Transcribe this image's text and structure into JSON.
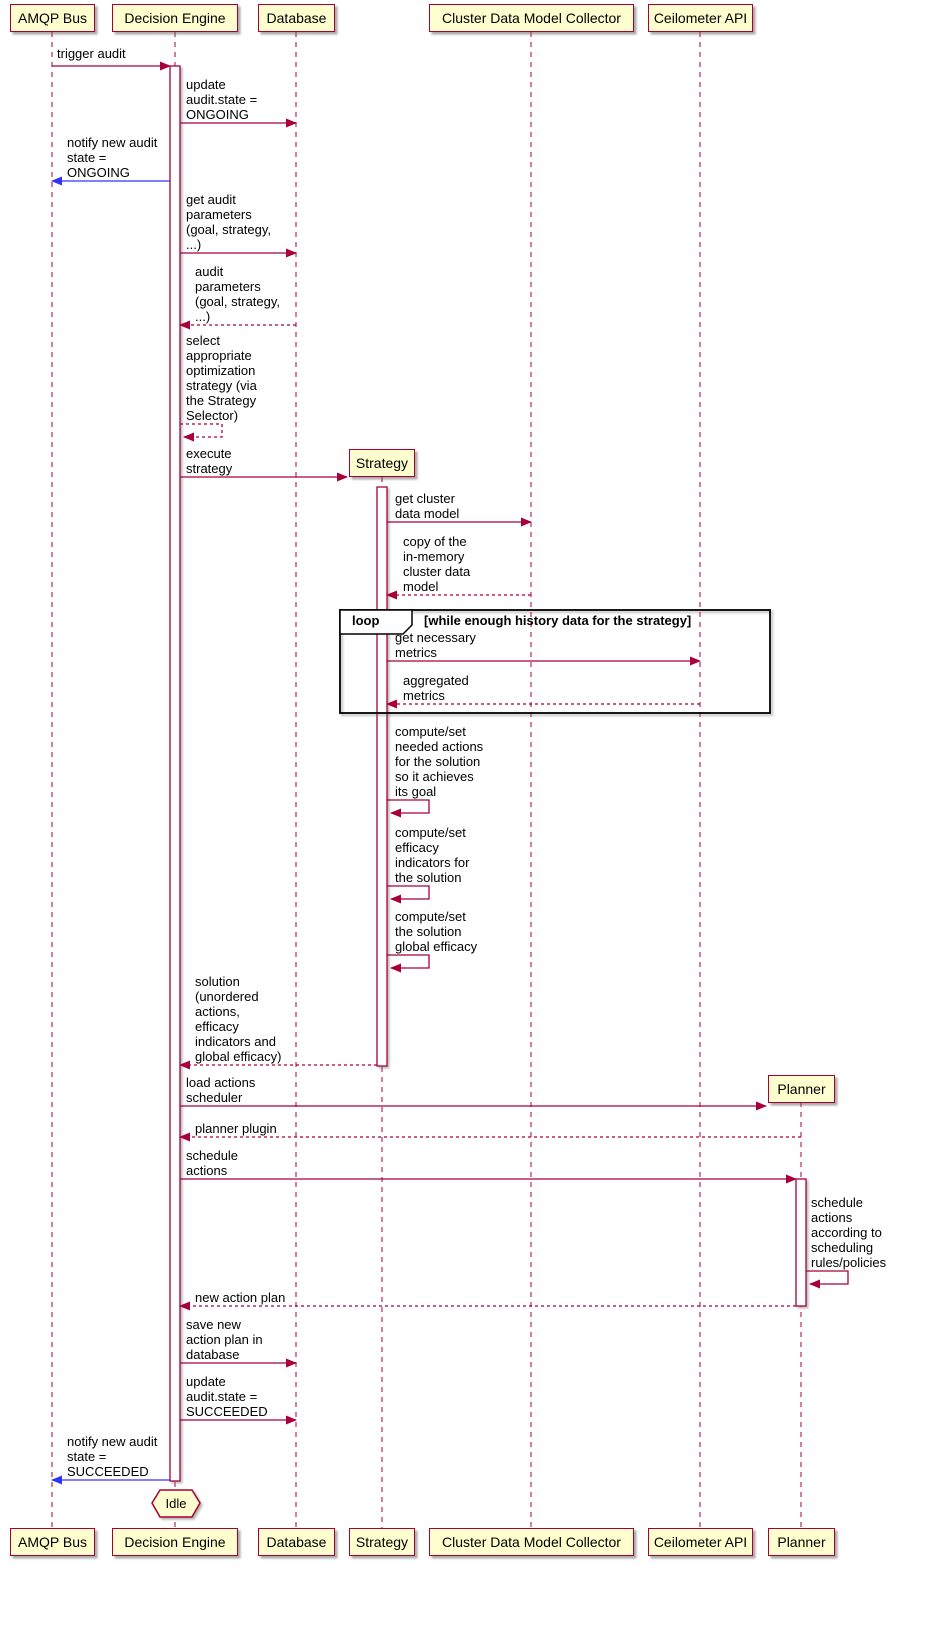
{
  "diagram_type": "sequence-diagram",
  "participants": [
    {
      "name": "AMQP Bus"
    },
    {
      "name": "Decision Engine"
    },
    {
      "name": "Database"
    },
    {
      "name": "Strategy"
    },
    {
      "name": "Cluster Data Model Collector"
    },
    {
      "name": "Ceilometer API"
    },
    {
      "name": "Planner"
    }
  ],
  "messages": [
    {
      "from": "AMQP Bus",
      "to": "Decision Engine",
      "style": "solid",
      "text": "trigger audit"
    },
    {
      "from": "Decision Engine",
      "to": "Database",
      "style": "solid",
      "text": "update\naudit.state =\nONGOING"
    },
    {
      "from": "Decision Engine",
      "to": "AMQP Bus",
      "style": "solid-blue",
      "text": "notify new audit\nstate =\nONGOING"
    },
    {
      "from": "Decision Engine",
      "to": "Database",
      "style": "solid",
      "text": "get audit\nparameters\n(goal, strategy,\n...)"
    },
    {
      "from": "Database",
      "to": "Decision Engine",
      "style": "return-dotted",
      "text": "audit\nparameters\n(goal, strategy,\n...)"
    },
    {
      "from": "Decision Engine",
      "to": "Decision Engine",
      "style": "self-dotted",
      "text": "select\nappropriate\noptimization\nstrategy (via\nthe Strategy\nSelector)"
    },
    {
      "from": "Decision Engine",
      "to": "Strategy",
      "style": "create",
      "text": "execute\nstrategy"
    },
    {
      "from": "Strategy",
      "to": "Cluster Data Model Collector",
      "style": "solid",
      "text": "get cluster\ndata model"
    },
    {
      "from": "Cluster Data Model Collector",
      "to": "Strategy",
      "style": "return-dotted",
      "text": "copy of the\nin-memory\ncluster data\nmodel"
    },
    {
      "from": "Strategy",
      "to": "Ceilometer API",
      "style": "solid",
      "text": "get necessary\nmetrics"
    },
    {
      "from": "Ceilometer API",
      "to": "Strategy",
      "style": "return-dotted",
      "text": "aggregated\nmetrics"
    },
    {
      "from": "Strategy",
      "to": "Strategy",
      "style": "self",
      "text": "compute/set\nneeded actions\nfor the solution\nso it achieves\nits goal"
    },
    {
      "from": "Strategy",
      "to": "Strategy",
      "style": "self",
      "text": "compute/set\nefficacy\nindicators for\nthe solution"
    },
    {
      "from": "Strategy",
      "to": "Strategy",
      "style": "self",
      "text": "compute/set\nthe solution\nglobal efficacy"
    },
    {
      "from": "Strategy",
      "to": "Decision Engine",
      "style": "return-dotted",
      "text": "solution\n(unordered\nactions,\nefficacy\nindicators and\nglobal efficacy)"
    },
    {
      "from": "Decision Engine",
      "to": "Planner",
      "style": "create",
      "text": "load actions\nscheduler"
    },
    {
      "from": "Planner",
      "to": "Decision Engine",
      "style": "return-dotted",
      "text": "planner plugin"
    },
    {
      "from": "Decision Engine",
      "to": "Planner",
      "style": "solid",
      "text": "schedule\nactions"
    },
    {
      "from": "Planner",
      "to": "Planner",
      "style": "self",
      "text": "schedule\nactions\naccording to\nscheduling\nrules/policies"
    },
    {
      "from": "Planner",
      "to": "Decision Engine",
      "style": "return-dotted",
      "text": "new action plan"
    },
    {
      "from": "Decision Engine",
      "to": "Database",
      "style": "solid",
      "text": "save new\naction plan in\ndatabase"
    },
    {
      "from": "Decision Engine",
      "to": "Database",
      "style": "solid",
      "text": "update\naudit.state =\nSUCCEEDED"
    },
    {
      "from": "Decision Engine",
      "to": "AMQP Bus",
      "style": "solid-blue",
      "text": "notify new audit\nstate =\nSUCCEEDED"
    }
  ],
  "loop_frame": {
    "label": "loop",
    "condition": "[while enough history data for the strategy]"
  },
  "end_state": {
    "label": "Idle"
  },
  "colors": {
    "participant_fill": "#FEFECE",
    "participant_border": "#A80036",
    "arrow": "#A80036",
    "notify_arrow": "#3333FF",
    "frame_border": "#000000",
    "text": "#000000"
  }
}
